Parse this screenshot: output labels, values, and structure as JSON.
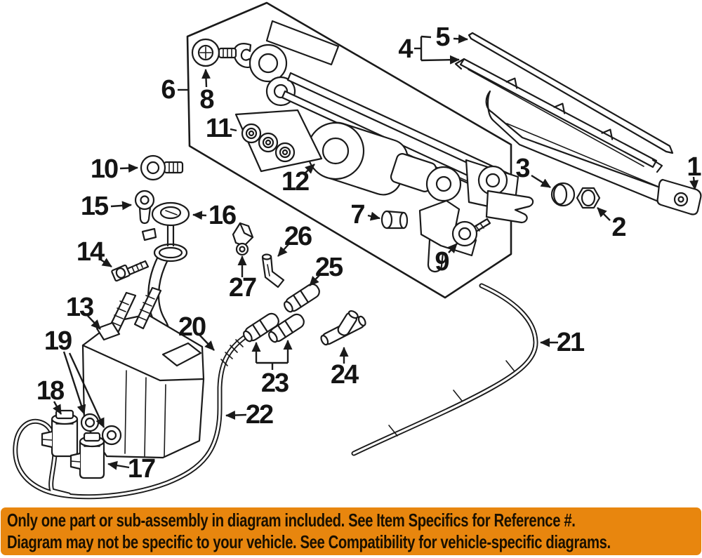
{
  "diagram": {
    "type": "exploded-parts-diagram",
    "line_color": "#1a1a1a",
    "background": "#ffffff",
    "labels": [
      "1",
      "2",
      "3",
      "4",
      "5",
      "6",
      "7",
      "8",
      "9",
      "10",
      "11",
      "12",
      "13",
      "14",
      "15",
      "16",
      "17",
      "18",
      "19",
      "20",
      "21",
      "22",
      "23",
      "24",
      "25",
      "26",
      "27"
    ]
  },
  "banner": {
    "line1": "Only one part or sub-assembly in diagram included. See Item Specifics for Reference #.",
    "line2": "Diagram may not be specific to your vehicle. See Compatibility for vehicle-specific diagrams.",
    "background": "#E8860E",
    "text_color": "#1A1000"
  }
}
